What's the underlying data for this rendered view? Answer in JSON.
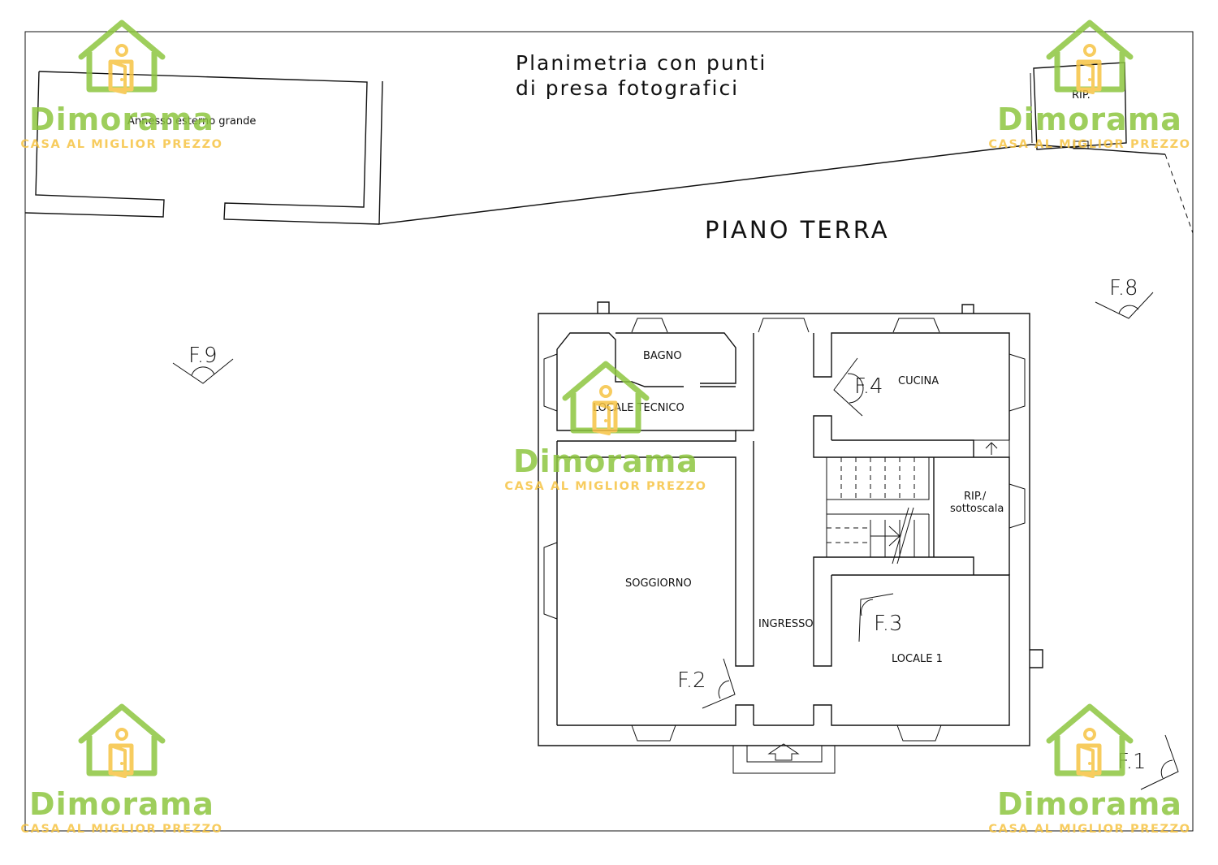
{
  "title": {
    "line1": "Planimetria con punti",
    "line2": "di presa fotografici"
  },
  "floor_label": "PIANO TERRA",
  "annexes": {
    "large": "Annesso esterno grande",
    "small": "RIP."
  },
  "rooms": {
    "bagno": "BAGNO",
    "locale_tecnico": "LOCALE TECNICO",
    "cucina": "CUCINA",
    "rip_line1": "RIP./",
    "rip_line2": "sottoscala",
    "soggiorno": "SOGGIORNO",
    "ingresso": "INGRESSO",
    "locale1": "LOCALE 1"
  },
  "photo_points": {
    "f1": "F.1",
    "f2": "F.2",
    "f3": "F.3",
    "f4": "F.4",
    "f8": "F.8",
    "f9": "F.9"
  },
  "watermark": {
    "name": "Dimorama",
    "tagline": "CASA AL MIGLIOR PREZZO",
    "icon": "house-icon",
    "colors": {
      "green": "#8dc63f",
      "yellow": "#f6c343"
    }
  }
}
